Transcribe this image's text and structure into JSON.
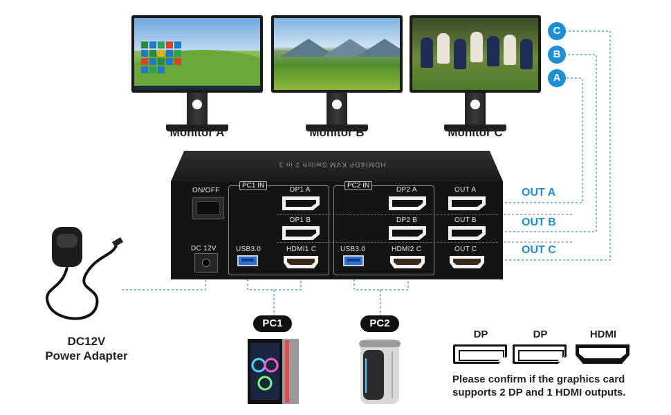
{
  "monitors": [
    {
      "label": "Monitor A"
    },
    {
      "label": "Monitor B"
    },
    {
      "label": "Monitor C"
    }
  ],
  "kvm": {
    "top_text": "HDMI&DP KVM Switch 2 in 3",
    "on_off": "ON/OFF",
    "dc": "DC 12V",
    "pc1_in": "PC1 IN",
    "pc2_in": "PC2 IN",
    "dp1a": "DP1 A",
    "dp1b": "DP1 B",
    "usb1": "USB3.0",
    "hdmi1c": "HDMI1 C",
    "dp2a": "DP2 A",
    "dp2b": "DP2 B",
    "usb2": "USB3.0",
    "hdmi2c": "HDMI2 C",
    "outa": "OUT A",
    "outb": "OUT B",
    "outc": "OUT C"
  },
  "outputs": [
    {
      "label": "OUT A"
    },
    {
      "label": "OUT B"
    },
    {
      "label": "OUT C"
    }
  ],
  "badges": [
    "C",
    "B",
    "A"
  ],
  "pcs": [
    {
      "label": "PC1"
    },
    {
      "label": "PC2"
    }
  ],
  "adapter": {
    "line1": "DC12V",
    "line2": "Power Adapter"
  },
  "connectors": [
    {
      "label": "DP"
    },
    {
      "label": "DP"
    },
    {
      "label": "HDMI"
    }
  ],
  "note": {
    "line1": "Please confirm if the graphics card",
    "line2": "supports 2 DP and 1 HDMI outputs."
  },
  "colors": {
    "accent": "#1c8fd6",
    "device": "#141414"
  }
}
